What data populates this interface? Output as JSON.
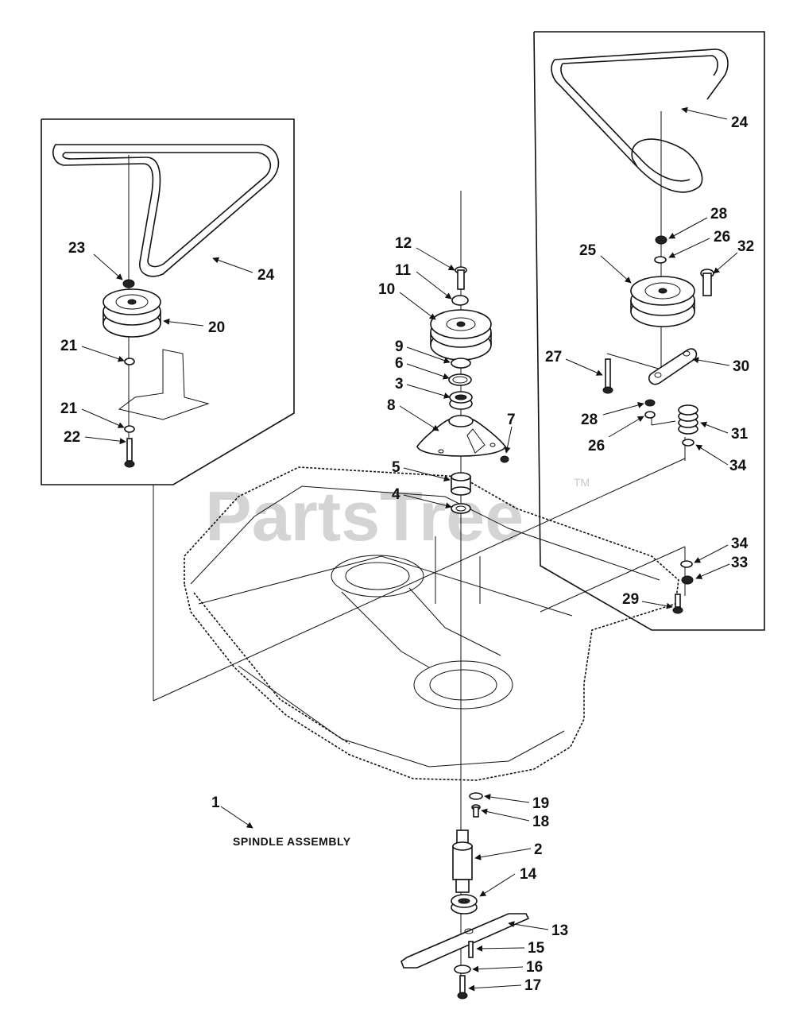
{
  "title": "SPINDLE ASSEMBLY",
  "watermark": {
    "text": "PartsTree",
    "trademark": "TM"
  },
  "callouts": {
    "n1": "1",
    "n2": "2",
    "n3": "3",
    "n4": "4",
    "n5": "5",
    "n6": "6",
    "n7": "7",
    "n8": "8",
    "n9": "9",
    "n10": "10",
    "n11": "11",
    "n12": "12",
    "n13": "13",
    "n14": "14",
    "n15": "15",
    "n16": "16",
    "n17": "17",
    "n18": "18",
    "n19": "19",
    "n20": "20",
    "n21a": "21",
    "n21b": "21",
    "n22": "22",
    "n23": "23",
    "n24a": "24",
    "n24b": "24",
    "n25": "25",
    "n26a": "26",
    "n26b": "26",
    "n27": "27",
    "n28a": "28",
    "n28b": "28",
    "n29": "29",
    "n30": "30",
    "n31": "31",
    "n32": "32",
    "n33": "33",
    "n34a": "34",
    "n34b": "34"
  }
}
